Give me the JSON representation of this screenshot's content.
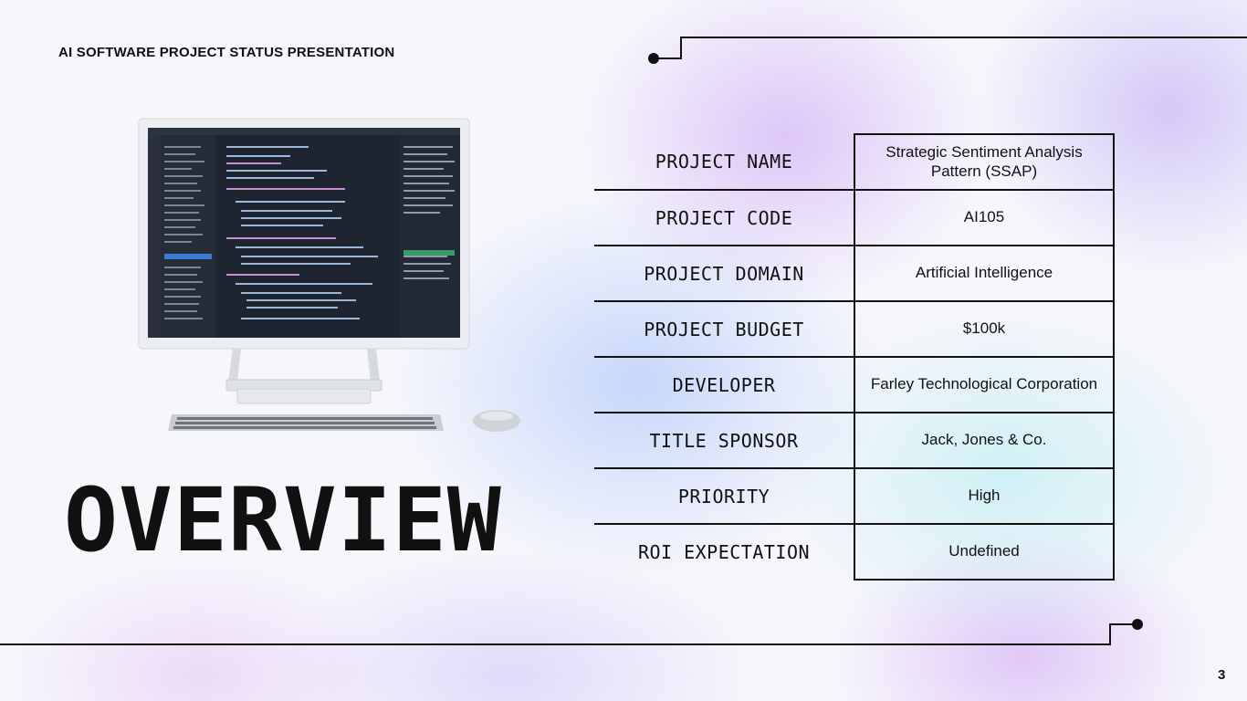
{
  "header": {
    "title": "AI SOFTWARE PROJECT STATUS PRESENTATION"
  },
  "slide": {
    "heading": "OVERVIEW",
    "page_number": "3"
  },
  "table": {
    "rows": [
      {
        "label": "PROJECT NAME",
        "value": "Strategic Sentiment Analysis Pattern (SSAP)"
      },
      {
        "label": "PROJECT CODE",
        "value": "AI105"
      },
      {
        "label": "PROJECT DOMAIN",
        "value": "Artificial Intelligence"
      },
      {
        "label": "PROJECT BUDGET",
        "value": "$100k"
      },
      {
        "label": "DEVELOPER",
        "value": "Farley Technological Corporation"
      },
      {
        "label": "TITLE SPONSOR",
        "value": "Jack, Jones & Co."
      },
      {
        "label": "PRIORITY",
        "value": "High"
      },
      {
        "label": "ROI EXPECTATION",
        "value": "Undefined"
      }
    ]
  },
  "colors": {
    "line": "#111111",
    "screen": "#1e2430",
    "accent": "#3b7bd6"
  },
  "icons": [
    "desktop-computer-image",
    "keyboard-image",
    "mouse-image"
  ]
}
